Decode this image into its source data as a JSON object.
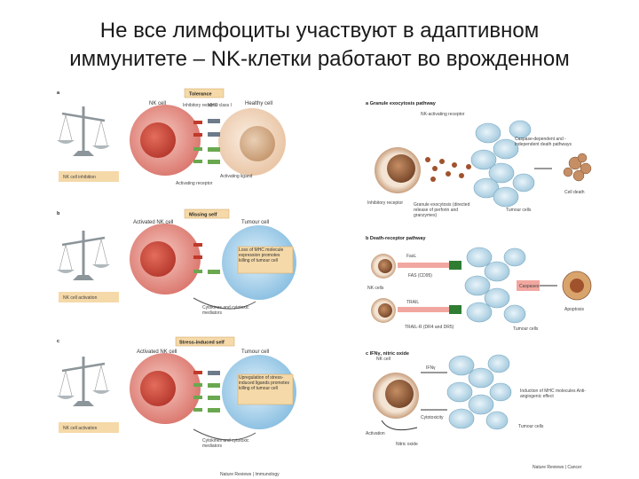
{
  "title": {
    "line1": "Не все лимфоциты участвуют в адаптивном",
    "line2": "иммунитете – NK-клетки работают во врожденном"
  },
  "left_panel": {
    "a": {
      "letter": "a",
      "badge": "Tolerance",
      "nk_label": "NK cell",
      "healthy_label": "Healthy cell",
      "inhibitory_label": "Inhibitory receptor",
      "mhc_label": "MHC class I",
      "activating_receptor": "Activating receptor",
      "activating_ligand": "Activating ligand",
      "scale_label": "NK cell inhibition"
    },
    "b": {
      "letter": "b",
      "badge": "Missing self",
      "nk_label": "Activated NK cell",
      "tumour_label": "Tumour cell",
      "note": "Loss of MHC molecule expression promotes killing of tumour cell",
      "cytokines": "Cytokines and cytotoxic mediators",
      "scale_label": "NK cell activation"
    },
    "c": {
      "letter": "c",
      "badge": "Stress-induced self",
      "nk_label": "Activated NK cell",
      "tumour_label": "Tumour cell",
      "note": "Upregulation of stress-induced ligands promotes killing of tumour cell",
      "cytokines": "Cytokines and cytotoxic mediators",
      "scale_label": "NK cell activation"
    },
    "source": "Nature Reviews | Immunology"
  },
  "right_panel": {
    "a": {
      "title": "a  Granule exocytosis pathway",
      "nk_activating": "NK-activating receptor",
      "caspase": "Caspase-dependent and -independent death pathways",
      "inhibitory": "Inhibitory receptor",
      "granule": "Granule exocytosis (directed release of perforin and granzymes)",
      "tumour": "Tumour cells",
      "death": "Cell death"
    },
    "b": {
      "title": "b  Death-receptor pathway",
      "fasl": "FasL",
      "fas": "FAS (CD95)",
      "nk_cells": "NK cells",
      "trail": "TRAIL",
      "trailr": "TRAIL-R (DR4 and DR5)",
      "caspase": "Caspases",
      "tumour": "Tumour cells",
      "apoptosis": "Apoptosis"
    },
    "c": {
      "title": "c  IFNγ, nitric oxide",
      "nk_cell": "NK cell",
      "ifn": "IFNγ",
      "cytotoxicity": "Cytotoxicity",
      "activation": "Activation",
      "no": "Nitric oxide",
      "induction": "Induction of MHC molecules Anti-angiogenic effect",
      "tumour": "Tumour cells"
    },
    "source": "Nature Reviews | Cancer"
  },
  "colors": {
    "nk": "#e8968e",
    "healthy": "#f3dcc8",
    "tumour": "#a9d2ea",
    "badge": "#f5d9a8",
    "scale": "#9aa3a8",
    "green": "#6aa84f",
    "red": "#c0392b",
    "brown": "#8a5a3b"
  }
}
